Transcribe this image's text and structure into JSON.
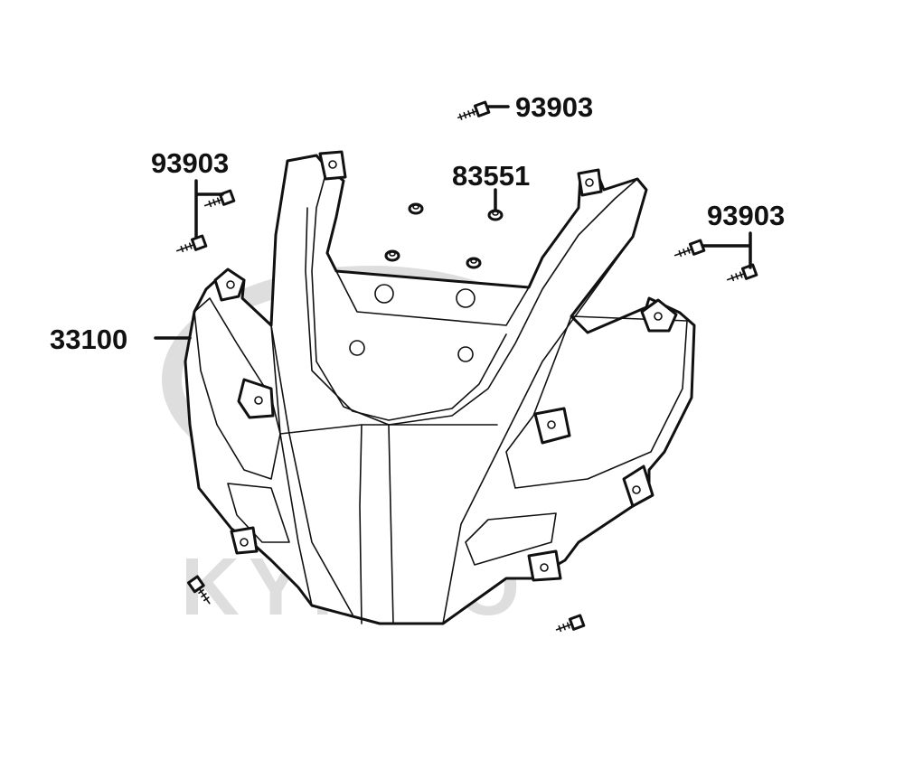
{
  "watermark": {
    "brand": "KYMCO",
    "color": "#dedede"
  },
  "callouts": {
    "screw_top": "93903",
    "screw_left": "93903",
    "screw_right": "93903",
    "grommet": "83551",
    "front_cover": "33100"
  },
  "icons": [
    "screw-icon",
    "grommet-icon"
  ],
  "colors": {
    "line": "#111111",
    "background": "#ffffff"
  }
}
